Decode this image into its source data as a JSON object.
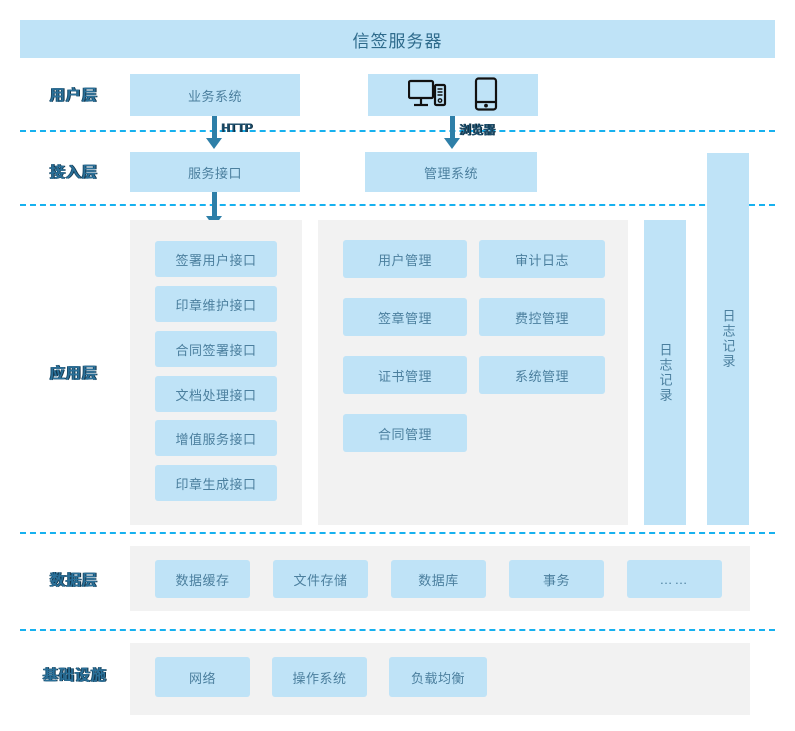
{
  "header": {
    "title": "信签服务器"
  },
  "layers": [
    {
      "key": "user",
      "label": "用户层"
    },
    {
      "key": "access",
      "label": "接入层"
    },
    {
      "key": "app",
      "label": "应用层"
    },
    {
      "key": "data",
      "label": "数据层"
    },
    {
      "key": "infra",
      "label": "基础设施"
    }
  ],
  "user_layer": {
    "business_system": "业务系统",
    "devices": {
      "desktop_icon": "desktop-computer-icon",
      "mobile_icon": "smartphone-icon"
    }
  },
  "connectors": {
    "http_label": "HTTP",
    "browser_label": "浏览器"
  },
  "access_layer": {
    "service_interface": "服务接口",
    "management_system": "管理系统"
  },
  "app_layer": {
    "interfaces": [
      "签署用户接口",
      "印章维护接口",
      "合同签署接口",
      "文档处理接口",
      "增值服务接口",
      "印章生成接口"
    ],
    "modules_left": [
      "用户管理",
      "签章管理",
      "证书管理",
      "合同管理"
    ],
    "modules_right": [
      "审计日志",
      "费控管理",
      "系统管理"
    ],
    "log_bars": [
      "日志记录",
      "日志记录"
    ]
  },
  "data_layer": {
    "items": [
      "数据缓存",
      "文件存储",
      "数据库",
      "事务",
      "……"
    ]
  },
  "infra_layer": {
    "items": [
      "网络",
      "操作系统",
      "负载均衡"
    ]
  },
  "colors": {
    "node_fill": "#bfe3f7",
    "panel_fill": "#f2f2f2",
    "divider": "#17b1ef",
    "connector": "#2e7fa8",
    "text": "#4b7f9e",
    "label_text": "#2a7099"
  }
}
